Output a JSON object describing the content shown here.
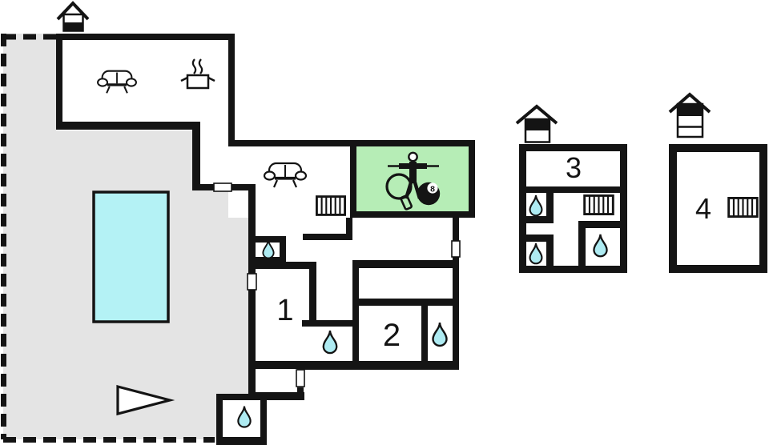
{
  "labels": {
    "bedroom1": "1",
    "bedroom2": "2",
    "building3": "3",
    "building4": "4"
  },
  "game_room": {
    "eight_ball_digit": "8"
  },
  "colors": {
    "wall": "#141414",
    "terrace": "#e4e4e4",
    "game_room_fill": "#b6edb6",
    "water": "#aeebf2",
    "pool": "#b4f2f5",
    "white": "#ffffff"
  },
  "icons": {
    "entrance_main": "house-ground-floor-entrance",
    "entrance_building3": "house-upper-floor-entrance",
    "entrance_building4": "house-top-floor-entrance",
    "living_room": "sofa",
    "kitchen": "cooking-pot-with-steam",
    "heating": "radiator",
    "bathroom": "water-drop",
    "game_room": "table-tennis-paddle foosball-player eight-ball",
    "outdoor": "swimming-pool triangle-marker"
  }
}
